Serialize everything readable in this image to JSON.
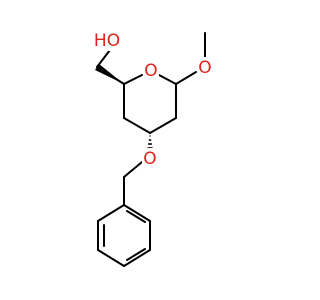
{
  "molecule": {
    "atoms": {
      "hydroxyl": "HO",
      "ring_oxygen": "O",
      "methoxy_oxygen": "O",
      "benzyl_ether_oxygen": "O"
    },
    "colors": {
      "bond": "#000000",
      "heteroatom": "#e0221d",
      "background": "#ffffff"
    }
  }
}
